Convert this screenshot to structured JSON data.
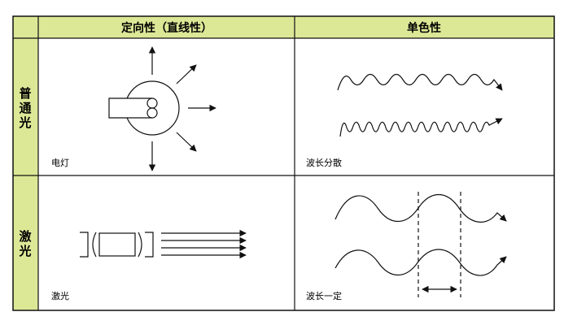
{
  "table": {
    "col_headers": [
      "定向性（直线性）",
      "单色性"
    ],
    "row_headers": [
      [
        "普",
        "通",
        "光"
      ],
      [
        "激",
        "光"
      ]
    ],
    "captions": {
      "ordinary_directionality": "电灯",
      "ordinary_monochromaticity": "波长分散",
      "laser_directionality": "激光",
      "laser_monochromaticity": "波长一定"
    }
  },
  "colors": {
    "header_bg": "#dde897",
    "lines": "#111111",
    "background": "#ffffff"
  }
}
